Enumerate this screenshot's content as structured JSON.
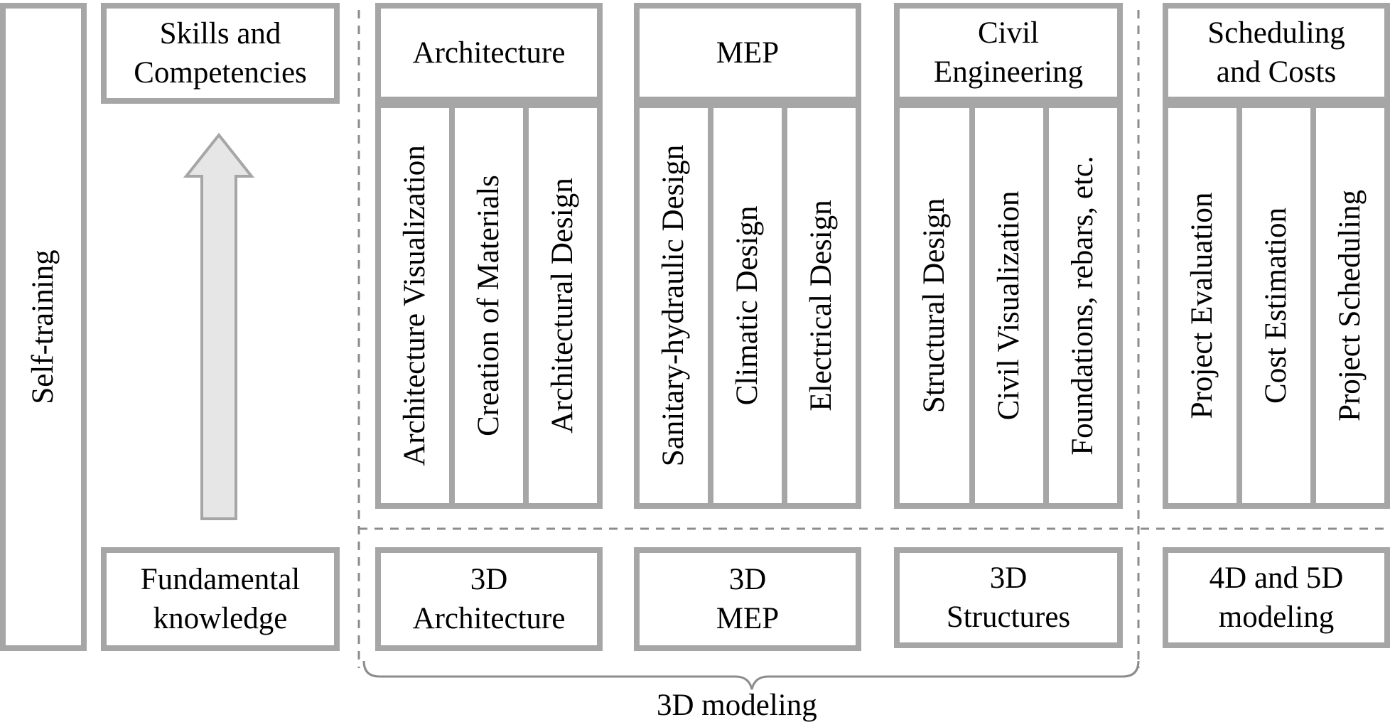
{
  "self_training": "Self-training",
  "skills": "Skills and\nCompetencies",
  "fundamental": "Fundamental\nknowledge",
  "modeling_caption": "3D modeling",
  "columns": [
    {
      "id": "architecture",
      "header": "Architecture",
      "items": [
        "Architecture  Visualization",
        "Creation of Materials",
        "Architectural Design"
      ],
      "base": "3D\nArchitecture"
    },
    {
      "id": "mep",
      "header": "MEP",
      "items": [
        "Sanitary-hydraulic Design",
        "Climatic  Design",
        "Electrical  Design"
      ],
      "base": "3D\nMEP"
    },
    {
      "id": "civil",
      "header": "Civil\nEngineering",
      "items": [
        "Structural Design",
        "Civil Visualization",
        "Foundations, rebars, etc."
      ],
      "base": "3D\nStructures"
    },
    {
      "id": "scheduling",
      "header": "Scheduling\nand Costs",
      "items": [
        "Project Evaluation",
        "Cost Estimation",
        "Project Scheduling"
      ],
      "base": "4D and 5D\nmodeling"
    }
  ],
  "colors": {
    "border": "#a6a6a6",
    "arrow_fill": "#e6e6e6",
    "dashed": "#8c8c8c"
  }
}
